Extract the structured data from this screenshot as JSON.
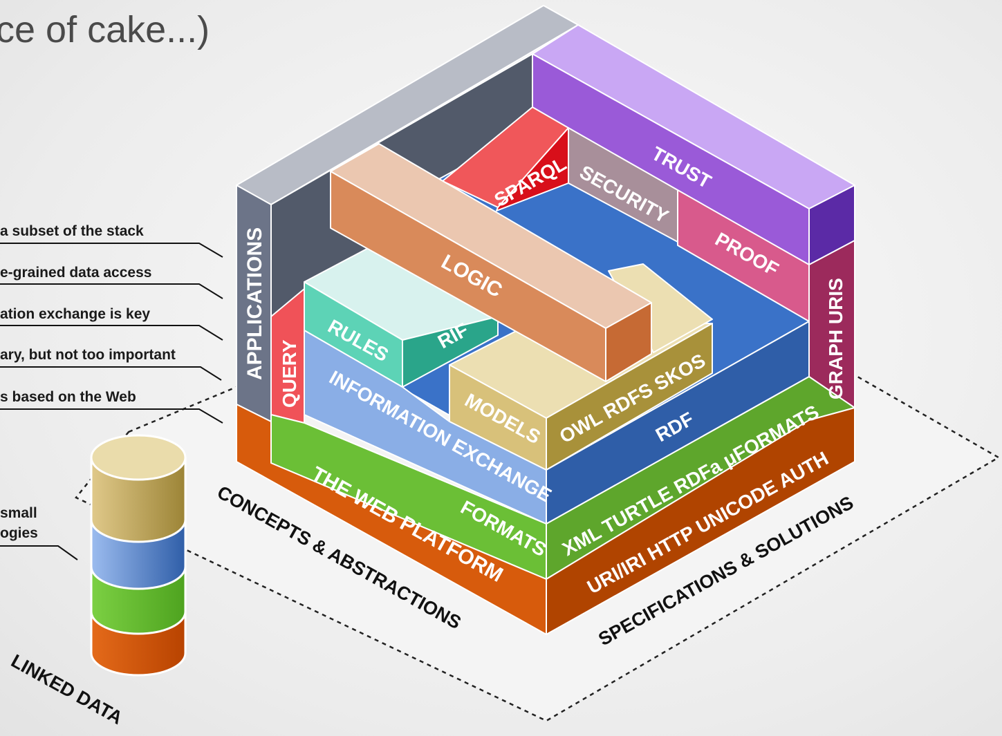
{
  "title": "ce of cake...)",
  "annotations": [
    "a subset of the stack",
    "e-grained data access",
    "ation exchange is key",
    "ary, but not too important",
    "s based on the Web",
    "small",
    "ogies"
  ],
  "blocks": {
    "applications": "APPLICATIONS",
    "query": "QUERY",
    "sparql": "SPARQL",
    "security": "SECURITY",
    "trust": "TRUST",
    "proof": "PROOF",
    "graph_uris": "GRAPH URIS",
    "logic": "LOGIC",
    "rules": "RULES",
    "rif": "RIF",
    "information_exchange": "INFORMATION EXCHANGE",
    "models": "MODELS",
    "owl_rdfs_skos": "OWL  RDFS  SKOS",
    "rdf": "RDF",
    "formats": "FORMATS",
    "xml_turtle": "XML TURTLE RDFa μFORMATS",
    "web_platform": "THE WEB PLATFORM",
    "uri_http": "URI/IRI  HTTP  UNICODE  AUTH"
  },
  "axes": {
    "concepts": "CONCEPTS & ABSTRACTIONS",
    "specifications": "SPECIFICATIONS & SOLUTIONS",
    "linked_data": "LINKED DATA"
  },
  "colors": {
    "web_platform": "#d75b0c",
    "formats": "#6bbf36",
    "information_exchange": "#3a72c8",
    "models": "#d8c17a",
    "rules": "#4bc7ad",
    "logic": "#d98a5a",
    "sparql": "#e0201f",
    "security": "#a88f9a",
    "proof": "#d85a8c",
    "trust": "#9a5ad8",
    "graph_uris": "#9c2a5c",
    "applications": "#6c7488"
  }
}
